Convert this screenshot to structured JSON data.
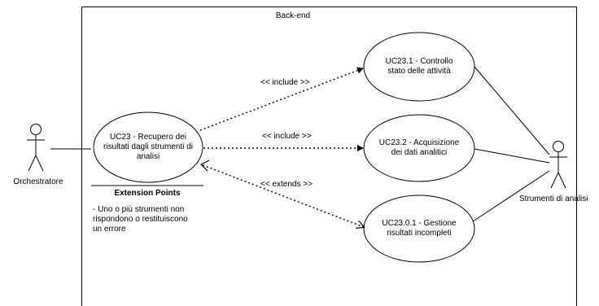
{
  "system": {
    "title": "Back-end"
  },
  "actors": {
    "orchestratore": {
      "name": "Orchestratore"
    },
    "strumenti": {
      "name": "Strumenti di analisi"
    }
  },
  "use_cases": {
    "uc23": {
      "label": "UC23 - Recupero dei\nrisultati dagli strumenti di\nanalisi"
    },
    "uc23_1": {
      "label": "UC23.1 - Controllo\nstato delle attività"
    },
    "uc23_2": {
      "label": "UC23.2 - Acquisizione\ndei dati analitici"
    },
    "uc23_0_1": {
      "label": "UC23.0.1 - Gestione\nrisultati incompleti"
    }
  },
  "extension_points": {
    "title": "Extension Points",
    "text": "- Uno o più strumenti non\nrispondono o restituiscono\nun errore"
  },
  "relations": {
    "include_1": "<< include >>",
    "include_2": "<< include >>",
    "extends": "<< extends >>"
  }
}
